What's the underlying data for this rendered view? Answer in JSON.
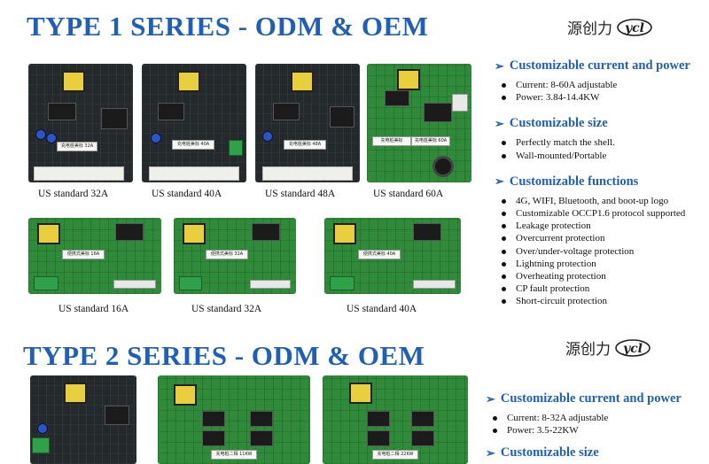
{
  "type1": {
    "title": "TYPE 1 SERIES - ODM & OEM",
    "brand_text": "源创力",
    "brand_logo": "ycl-logo",
    "row1_boards": [
      {
        "sticker": "充电桩美标 32A",
        "caption": "US standard 32A"
      },
      {
        "sticker": "充电桩美标 40A",
        "caption": "US standard 40A"
      },
      {
        "sticker": "充电桩美标 48A",
        "caption": "US standard 48A"
      },
      {
        "sticker": "充电桩美标 60A",
        "caption": "US standard 60A"
      }
    ],
    "row2_boards": [
      {
        "sticker": "便携式美标 16A",
        "caption": "US standard 16A"
      },
      {
        "sticker": "便携式美标 32A",
        "caption": "US standard 32A"
      },
      {
        "sticker": "便携式美标 40A",
        "caption": "US standard 40A"
      }
    ],
    "features": [
      {
        "heading": "Customizable current and power",
        "items": [
          "Current: 8-60A adjustable",
          "Power: 3.84-14.4KW"
        ]
      },
      {
        "heading": "Customizable size",
        "items": [
          "Perfectly match the shell.",
          "Wall-mounted/Portable"
        ]
      },
      {
        "heading": "Customizable functions",
        "items": [
          "4G, WIFI, Bluetooth, and boot-up logo",
          "Customizable OCCP1.6 protocol supported",
          "Leakage protection",
          "Overcurrent protection",
          "Over/under-voltage protection",
          "Lightning protection",
          "Overheating protection",
          "CP fault protection",
          "Short-circuit protection"
        ]
      }
    ]
  },
  "type2": {
    "title": "TYPE 2 SERIES - ODM & OEM",
    "brand_text": "源创力",
    "brand_logo": "ycl-logo",
    "boards": [
      {
        "sticker": ""
      },
      {
        "sticker": "充电桩二相 11KW"
      },
      {
        "sticker": "充电桩二相 22KW"
      }
    ],
    "features": [
      {
        "heading": "Customizable current and power",
        "items": [
          "Current: 8-32A adjustable",
          "Power: 3.5-22KW"
        ]
      },
      {
        "heading": "Customizable size",
        "items": []
      }
    ]
  },
  "colors": {
    "title_blue": "#1f5fb8",
    "pcb_dark": "#24292b",
    "pcb_green": "#2f8a3a",
    "transformer_yellow": "#e9cf3e"
  },
  "icons": {
    "bullet_arrow": "chevron-right-icon"
  }
}
